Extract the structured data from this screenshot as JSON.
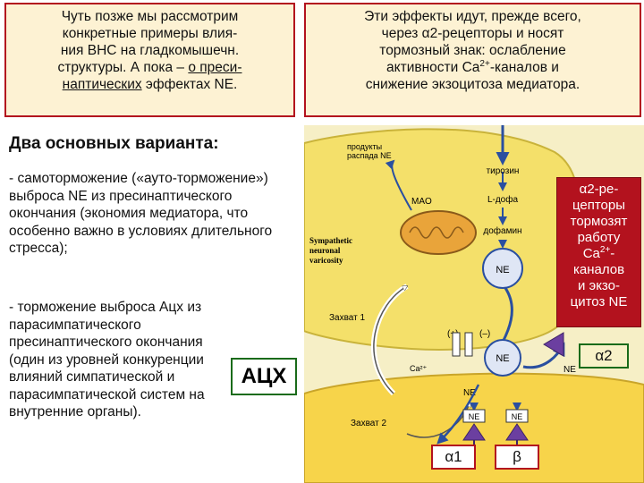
{
  "top_left": {
    "line1": "Чуть позже мы рассмотрим",
    "line2": "конкретные примеры влия-",
    "line3": "ния ВНС на гладкомышечн.",
    "line4": "структуры. А пока – ",
    "line4_underlined": "о преси-",
    "line5_underlined": "наптических",
    "line5_rest": " эффектах NE."
  },
  "top_right": {
    "line1": "Эти эффекты идут, прежде всего,",
    "line2_pre": "через ",
    "line2_symbol": "α",
    "line2_post": "2-рецепторы и носят",
    "line3": "тормозный знак: ослабление",
    "line4_pre": "активности Ca",
    "line4_sup": "2+",
    "line4_post": "-каналов и",
    "line5": "снижение экзоцитоза медиатора."
  },
  "heading": "Два основных варианта:",
  "paragraph1": "- самоторможение («ауто-торможение») выброса NE из пресинаптического окончания (экономия медиатора, что особенно важно в условиях длительного стресса);",
  "paragraph2": "- торможение выброса Ацх из парасимпатического пресинаптического окончания (один из уровней конкуренции влияний симпатической и парасимпатической систем на внутренние органы).",
  "ach_label": "АЦХ",
  "info_box": {
    "line1": "α2-ре-",
    "line2": "цепторы",
    "line3": "тормозят",
    "line4": "работу",
    "line5_pre": "Ca",
    "line5_sup": "2+",
    "line5_post": "-",
    "line6": "каналов",
    "line7": "и экзо-",
    "line8": "цитоз NE"
  },
  "a2_label": "α2",
  "receptor_a1": "α1",
  "receptor_b": "β",
  "diagram": {
    "decay_products": "продукты\nраспада NE",
    "tyrosine": "тирозин",
    "ldopa": "L-дофа",
    "dopamine": "дофамин",
    "mao": "MAO",
    "varicosity": "Sympathetic\nneuronal\nvaricosity",
    "uptake1": "Захват 1",
    "uptake2": "Захват 2",
    "ne": "NE",
    "ca": "Ca²⁺",
    "plus": "(+)",
    "minus": "(–)"
  },
  "colors": {
    "frame_red": "#b3121e",
    "box_fill": "#fdf2d3",
    "cell_yellow": "#f4e06a",
    "effector_yellow": "#f7d44a",
    "arrow_blue": "#2a4fa0",
    "receptor_purple": "#6b3fa0"
  }
}
